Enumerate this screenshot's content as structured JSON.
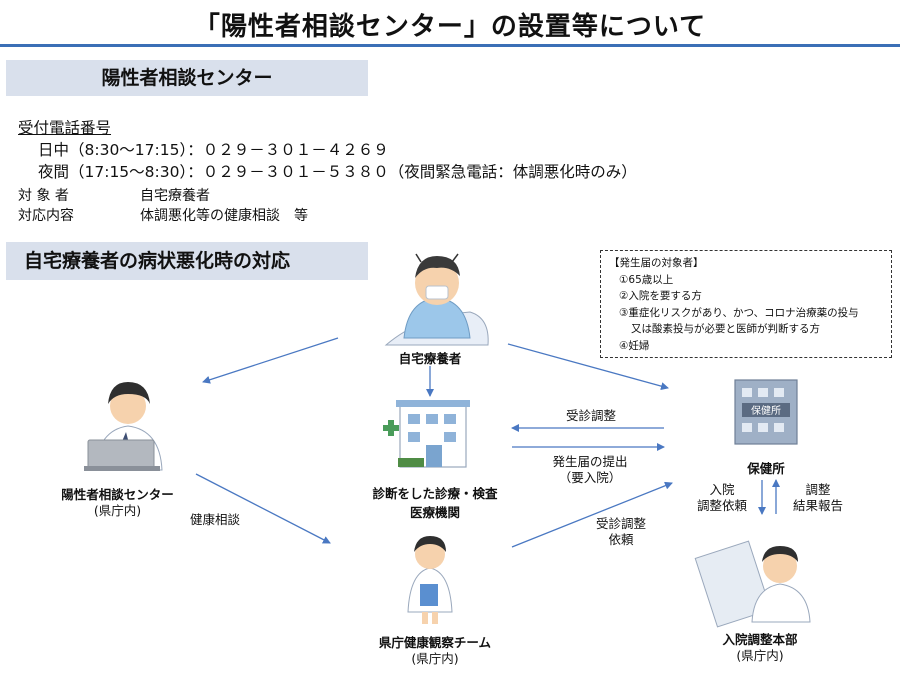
{
  "title": "「陽性者相談センター」の設置等について",
  "section1": {
    "heading": "陽性者相談センター",
    "phone_label": "受付電話番号",
    "day": "日中（8:30〜17:15）：０２９－３０１－４２６９",
    "night": "夜間（17:15〜8:30）：０２９－３０１－５３８０（夜間緊急電話：体調悪化時のみ）",
    "target_label": "対 象 者",
    "target_value": "自宅療養者",
    "content_label": "対応内容",
    "content_value": "体調悪化等の健康相談　等"
  },
  "section2": {
    "heading": "自宅療養者の病状悪化時の対応"
  },
  "note": {
    "title": "【発生届の対象者】",
    "items": [
      "①65歳以上",
      "②入院を要する方",
      "③重症化リスクがあり、かつ、コロナ治療薬の投与",
      "又は酸素投与が必要と医師が判断する方",
      "④妊婦"
    ]
  },
  "nodes": {
    "patient": "自宅療養者",
    "center": "陽性者相談センター",
    "center_sub": "(県庁内)",
    "clinic1": "診断をした診療・検査",
    "clinic2": "医療機関",
    "hc": "保健所",
    "team": "県庁健康観察チーム",
    "team_sub": "(県庁内)",
    "hq": "入院調整本部",
    "hq_sub": "(県庁内)"
  },
  "arrows": {
    "health_consult": "健康相談",
    "appt_adjust": "受診調整",
    "notif1": "発生届の提出",
    "notif2": "（要入院）",
    "appt_req1": "受診調整",
    "appt_req2": "依頼",
    "adm1": "入院",
    "adm2": "調整依頼",
    "res1": "調整",
    "res2": "結果報告"
  },
  "colors": {
    "arrow": "#4a78c2",
    "band": "#d9e0ec",
    "title_rule": "#3b6fb6"
  }
}
